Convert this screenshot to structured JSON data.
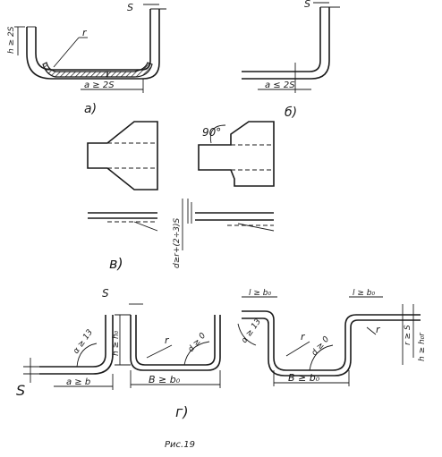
{
  "labels": {
    "fig_a": "а)",
    "fig_b": "б)",
    "fig_v": "в)",
    "fig_g": "г)",
    "caption": "Рис.19",
    "s": "S",
    "r": "r",
    "angle_90": "90°",
    "dim_a_ge_2s": "a ≥ 2S",
    "dim_a_le_2s": "a ≤ 2S",
    "dim_h_ge_2s": "h ≥ 2S",
    "dim_a_ge_b": "a ≥ b",
    "dim_b_ge_b0": "B ≥ b₀",
    "dim_h_ge_h0": "h ≥ h₀",
    "dim_l_ge_b0": "l ≥ b₀",
    "dim_h_ge_h0r": "h ≥ h₀r",
    "dim_r_ge_s": "r ≥ S",
    "dim_alpha_ge_13": "α ≥ 13",
    "dim_d_ge_0": "d ≥ 0",
    "dim_vert": "d≥r+(2÷3)S"
  }
}
